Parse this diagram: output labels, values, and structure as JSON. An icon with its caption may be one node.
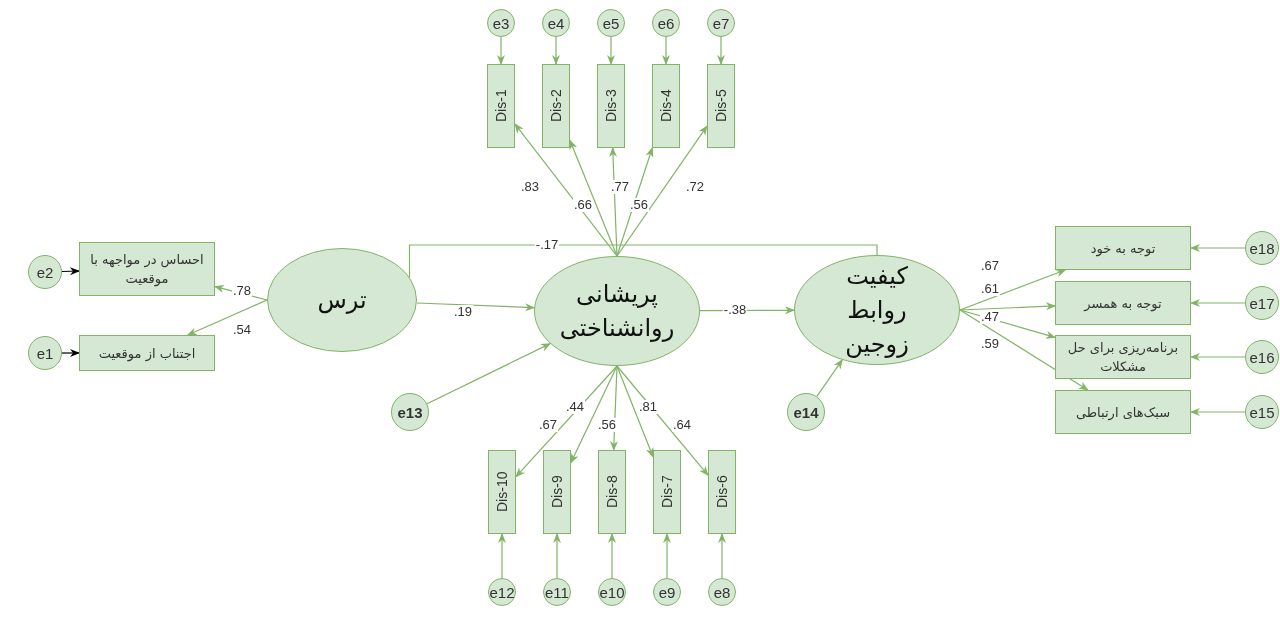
{
  "diagram": {
    "nodes": [
      {
        "text": [
          "e3"
        ]
      },
      {
        "text": [
          "e4"
        ]
      },
      {
        "text": [
          "e5"
        ]
      },
      {
        "text": [
          "e6"
        ]
      },
      {
        "text": [
          "e7"
        ]
      },
      {
        "text": [
          "Dis-1"
        ]
      },
      {
        "text": [
          "Dis-2"
        ]
      },
      {
        "text": [
          "Dis-3"
        ]
      },
      {
        "text": [
          "Dis-4"
        ]
      },
      {
        "text": [
          "Dis-5"
        ]
      },
      {
        "text": [
          "e2"
        ]
      },
      {
        "text": [
          "احساس در مواجهه با موقعیت"
        ]
      },
      {
        "text": [
          "e1"
        ]
      },
      {
        "text": [
          "اجتناب از موقعیت"
        ]
      },
      {
        "text": [
          "ترس"
        ]
      },
      {
        "text": [
          "پریشانی روانشناختی"
        ]
      },
      {
        "text": [
          "کیفیت روابط زوجین"
        ]
      },
      {
        "text": [
          "توجه به خود"
        ]
      },
      {
        "text": [
          "توجه به همسر"
        ]
      },
      {
        "text": [
          "برنامه‌ریزی برای حل مشکلات"
        ]
      },
      {
        "text": [
          "سبک‌های ارتباطی"
        ]
      },
      {
        "text": [
          "e18"
        ]
      },
      {
        "text": [
          "e17"
        ]
      },
      {
        "text": [
          "e16"
        ]
      },
      {
        "text": [
          "e15"
        ]
      },
      {
        "text": [
          "e13"
        ]
      },
      {
        "text": [
          "e14"
        ]
      },
      {
        "text": [
          "Dis-10"
        ]
      },
      {
        "text": [
          "Dis-9"
        ]
      },
      {
        "text": [
          "Dis-8"
        ]
      },
      {
        "text": [
          "Dis-7"
        ]
      },
      {
        "text": [
          "Dis-6"
        ]
      },
      {
        "text": [
          "e12"
        ]
      },
      {
        "text": [
          "e11"
        ]
      },
      {
        "text": [
          "e10"
        ]
      },
      {
        "text": [
          "e9"
        ]
      },
      {
        "text": [
          "e8"
        ]
      }
    ],
    "edges": [
      {
        "from": 0,
        "to": 5,
        "arrow": "to"
      },
      {
        "from": 1,
        "to": 6,
        "arrow": "to"
      },
      {
        "from": 2,
        "to": 7,
        "arrow": "to"
      },
      {
        "from": 3,
        "to": 8,
        "arrow": "to"
      },
      {
        "from": 4,
        "to": 9,
        "arrow": "to"
      },
      {
        "from": 10,
        "to": 11,
        "arrow": "to",
        "color": "#000000"
      },
      {
        "from": 12,
        "to": 13,
        "arrow": "to",
        "color": "#000000"
      },
      {
        "from": 14,
        "to": 11,
        "arrow": "to",
        "label": ".78"
      },
      {
        "from": 14,
        "to": 13,
        "arrow": "to",
        "label": ".54"
      },
      {
        "from": 14,
        "to": 15,
        "arrow": "to",
        "label": ".19"
      },
      {
        "from": 14,
        "to": 16,
        "arrow": "none",
        "label": "-.17"
      },
      {
        "from": 15,
        "to": 5,
        "arrow": "to",
        "label": ".83"
      },
      {
        "from": 15,
        "to": 6,
        "arrow": "to",
        "label": ".66"
      },
      {
        "from": 15,
        "to": 7,
        "arrow": "to",
        "label": ".77"
      },
      {
        "from": 15,
        "to": 8,
        "arrow": "to",
        "label": ".56"
      },
      {
        "from": 15,
        "to": 9,
        "arrow": "to",
        "label": ".72"
      },
      {
        "from": 15,
        "to": 16,
        "arrow": "to",
        "label": "-.38"
      },
      {
        "from": 25,
        "to": 15,
        "arrow": "to"
      },
      {
        "from": 26,
        "to": 16,
        "arrow": "to"
      },
      {
        "from": 15,
        "to": 27,
        "arrow": "to",
        "label": ".67"
      },
      {
        "from": 15,
        "to": 28,
        "arrow": "to",
        "label": ".44"
      },
      {
        "from": 15,
        "to": 29,
        "arrow": "to",
        "label": ".56"
      },
      {
        "from": 15,
        "to": 30,
        "arrow": "to",
        "label": ".81"
      },
      {
        "from": 15,
        "to": 31,
        "arrow": "to",
        "label": ".64"
      },
      {
        "from": 32,
        "to": 27,
        "arrow": "to"
      },
      {
        "from": 33,
        "to": 28,
        "arrow": "to"
      },
      {
        "from": 34,
        "to": 29,
        "arrow": "to"
      },
      {
        "from": 35,
        "to": 30,
        "arrow": "to"
      },
      {
        "from": 36,
        "to": 31,
        "arrow": "to"
      },
      {
        "from": 16,
        "to": 17,
        "arrow": "to",
        "label": ".67"
      },
      {
        "from": 16,
        "to": 18,
        "arrow": "to",
        "label": ".61"
      },
      {
        "from": 16,
        "to": 19,
        "arrow": "to",
        "label": ".47"
      },
      {
        "from": 16,
        "to": 20,
        "arrow": "to",
        "label": ".59"
      },
      {
        "from": 21,
        "to": 17,
        "arrow": "to"
      },
      {
        "from": 22,
        "to": 18,
        "arrow": "to"
      },
      {
        "from": 23,
        "to": 19,
        "arrow": "to"
      },
      {
        "from": 24,
        "to": 20,
        "arrow": "to"
      }
    ]
  }
}
